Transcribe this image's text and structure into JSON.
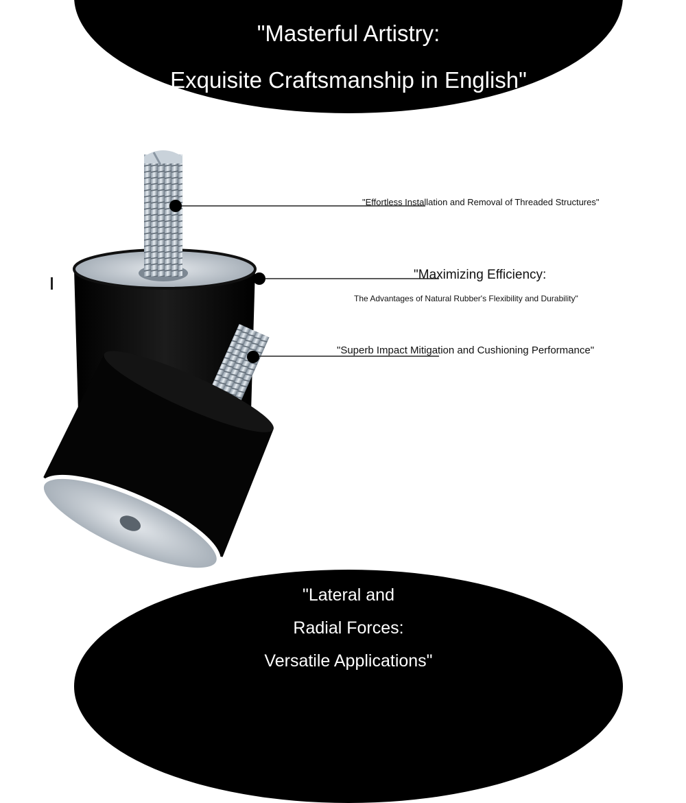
{
  "header": {
    "line1": "\"Masterful Artistry:",
    "line2": "Exquisite Craftsmanship in English\""
  },
  "callouts": [
    {
      "text": "\"Effortless Installation and Removal of Threaded Structures\""
    },
    {
      "text": "\"Maximizing Efficiency:"
    },
    {
      "text": "The Advantages of Natural Rubber's Flexibility and  Durability\""
    },
    {
      "text": "\"Superb Impact Mitigation and Cushioning Performance\""
    }
  ],
  "footer": {
    "line1": "\"Lateral and",
    "line2": "Radial Forces:",
    "line3": "Versatile Applications\""
  },
  "colors": {
    "banner": "#000000",
    "rubber": "#0a0a0a",
    "metal": "#b8c2cc"
  }
}
